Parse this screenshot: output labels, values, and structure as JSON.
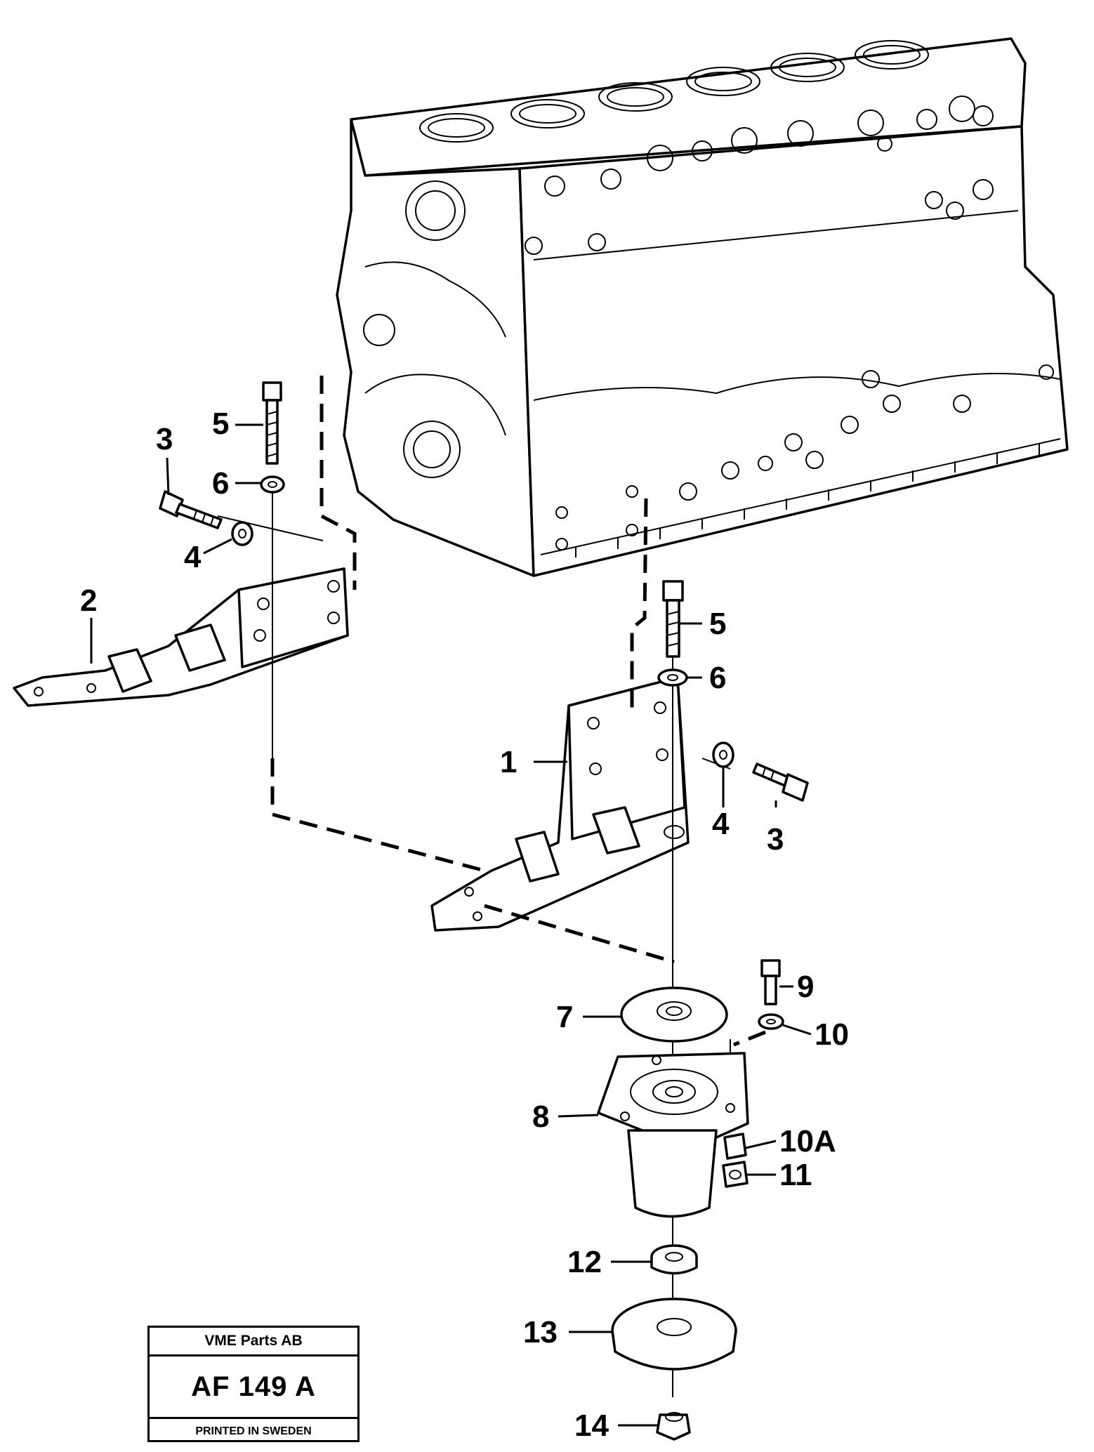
{
  "diagram": {
    "callouts": {
      "c1": "1",
      "c2": "2",
      "c3a": "3",
      "c3b": "3",
      "c4a": "4",
      "c4b": "4",
      "c5a": "5",
      "c5b": "5",
      "c6a": "6",
      "c6b": "6",
      "c7": "7",
      "c8": "8",
      "c9": "9",
      "c10": "10",
      "c10a": "10A",
      "c11": "11",
      "c12": "12",
      "c13": "13",
      "c14": "14"
    }
  },
  "title_block": {
    "company": "VME Parts AB",
    "reference": "AF 149 A",
    "printed": "PRINTED IN SWEDEN"
  }
}
